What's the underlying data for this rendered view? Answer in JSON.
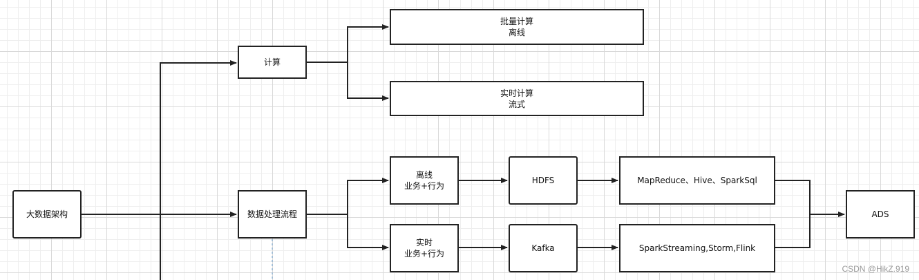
{
  "nodes": {
    "root": "大数据架构",
    "compute": "计算",
    "batch": {
      "line1": "批量计算",
      "line2": "离线"
    },
    "realtime_compute": {
      "line1": "实时计算",
      "line2": "流式"
    },
    "process": "数据处理流程",
    "offline": {
      "line1": "离线",
      "line2": "业务+行为"
    },
    "rt": {
      "line1": "实时",
      "line2": "业务+行为"
    },
    "hdfs": "HDFS",
    "kafka": "Kafka",
    "mapreduce": "MapReduce、Hive、SparkSql",
    "streaming": "SparkStreaming,Storm,Flink",
    "ads": "ADS"
  },
  "watermark": "CSDN @HikZ.919",
  "colors": {
    "line": "#222222",
    "dashed": "#6aa0d0"
  }
}
